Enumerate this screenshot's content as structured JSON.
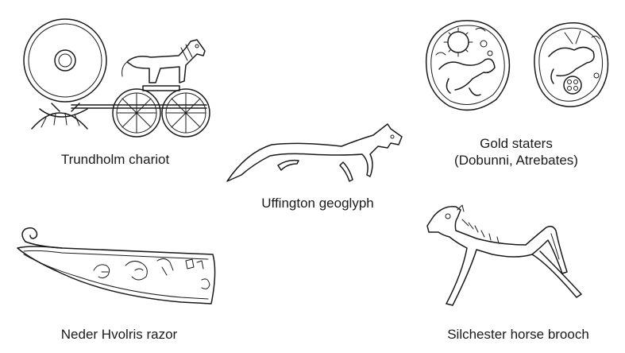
{
  "figure": {
    "items": [
      {
        "id": "trundholm",
        "label": [
          "Trundholm chariot"
        ]
      },
      {
        "id": "staters",
        "label": [
          "Gold staters",
          "(Dobunni, Atrebates)"
        ]
      },
      {
        "id": "uffington",
        "label": [
          "Uffington geoglyph"
        ]
      },
      {
        "id": "razor",
        "label": [
          "Neder Hvolris razor"
        ]
      },
      {
        "id": "brooch",
        "label": [
          "Silchester horse brooch"
        ]
      }
    ],
    "line_color": "#1a1a1a",
    "background": "#ffffff"
  }
}
